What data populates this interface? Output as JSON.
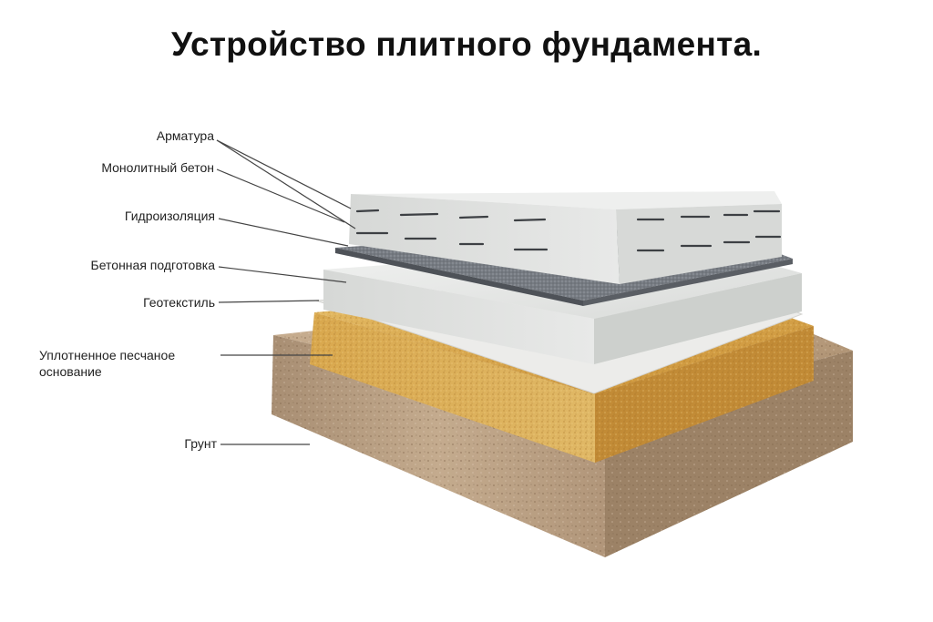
{
  "title": "Устройство плитного фундамента.",
  "layers": [
    {
      "id": "rebar",
      "label": "Арматура"
    },
    {
      "id": "concrete",
      "label": "Монолитный бетон"
    },
    {
      "id": "waterproofing",
      "label": "Гидроизоляция"
    },
    {
      "id": "prep",
      "label": "Бетонная подготовка"
    },
    {
      "id": "geotextile",
      "label": "Геотекстиль"
    },
    {
      "id": "sand",
      "label": "Уплотненное песчаное основание"
    },
    {
      "id": "soil",
      "label": "Грунт"
    }
  ],
  "colors": {
    "concrete": "#dfe1df",
    "waterproofing": "#6f737a",
    "geotextile": "#e9e9e6",
    "sand": "#d7a64a",
    "soil": "#b79a7a",
    "leader": "#444444"
  }
}
